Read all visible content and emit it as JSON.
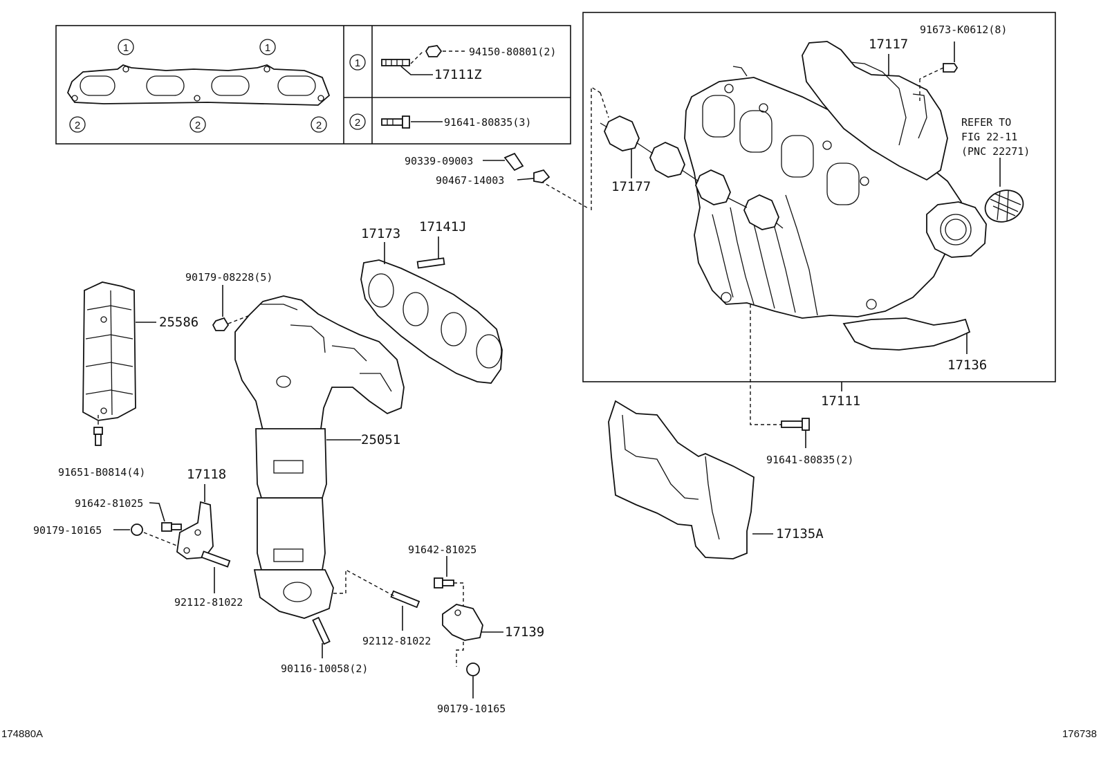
{
  "legend": {
    "circle1": "1",
    "circle2": "2",
    "row1_part_a": "94150-80801(2)",
    "row1_part_b": "17111Z",
    "row2_part": "91641-80835(3)"
  },
  "labels": {
    "p17117": "17117",
    "p91673": "91673-K0612(8)",
    "refer1": "REFER TO",
    "refer2": "FIG 22-11",
    "refer3": "(PNC 22271)",
    "p90339": "90339-09003",
    "p90467": "90467-14003",
    "p17177": "17177",
    "p17173": "17173",
    "p17141J": "17141J",
    "p90179_08228": "90179-08228(5)",
    "p25586": "25586",
    "p25051": "25051",
    "p17136": "17136",
    "p17111": "17111",
    "p91641_2": "91641-80835(2)",
    "p91651": "91651-B0814(4)",
    "p17118": "17118",
    "p91642_a": "91642-81025",
    "p90179_10165_a": "90179-10165",
    "p92112_a": "92112-81022",
    "p91642_b": "91642-81025",
    "p17139": "17139",
    "p92112_b": "92112-81022",
    "p90116": "90116-10058(2)",
    "p90179_10165_b": "90179-10165",
    "p17135A": "17135A"
  },
  "footer": {
    "left_code": "174880A",
    "right_code": "176738"
  }
}
